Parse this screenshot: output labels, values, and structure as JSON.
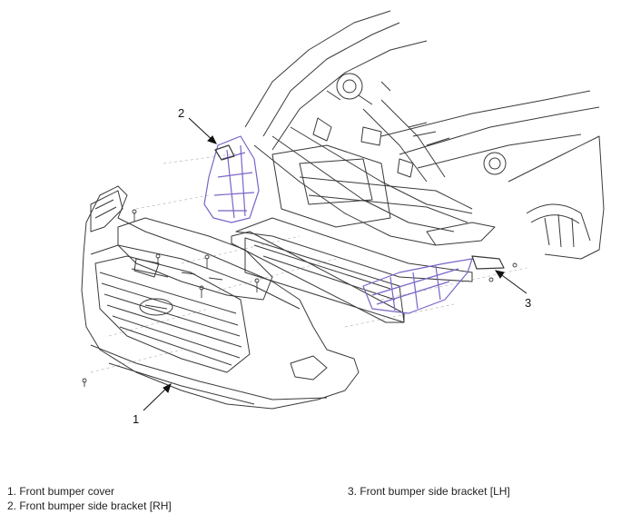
{
  "callouts": {
    "n1": "1",
    "n2": "2",
    "n3": "3"
  },
  "legend": {
    "item1": "1. Front bumper cover",
    "item2": "2. Front bumper side bracket [RH]",
    "item3": "3. Front bumper side bracket [LH]"
  },
  "colors": {
    "line": "#3a3a3a",
    "bracket": "#7b64c8",
    "guide": "#b9b9b9"
  }
}
